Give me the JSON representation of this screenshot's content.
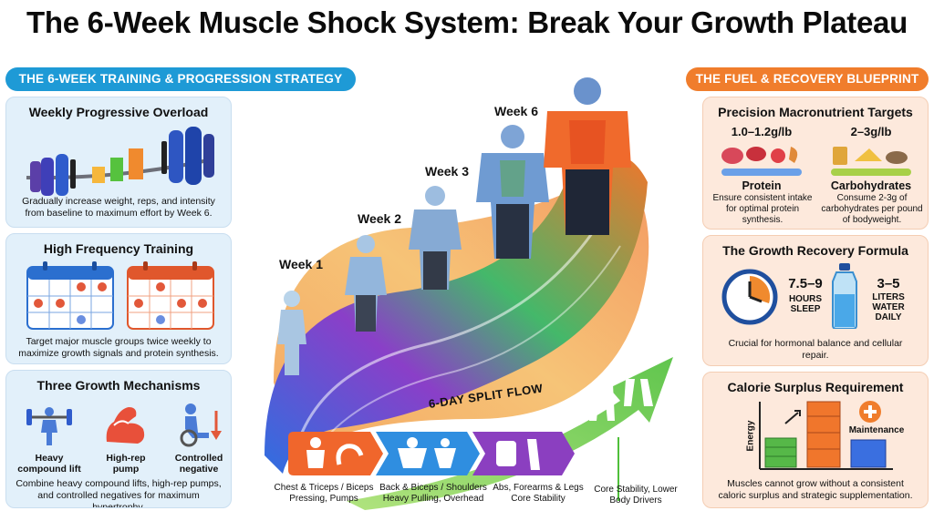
{
  "header": {
    "title": "The 6-Week Muscle Shock System: Break Your Growth Plateau"
  },
  "training": {
    "section_title": "THE 6-WEEK TRAINING & PROGRESSION STRATEGY",
    "overload": {
      "title": "Weekly Progressive Overload",
      "text": "Gradually increase weight, reps, and intensity from baseline to maximum effort by Week 6."
    },
    "frequency": {
      "title": "High Frequency Training",
      "text": "Target major muscle groups twice weekly to maximize growth signals and protein synthesis."
    },
    "mechanisms": {
      "title": "Three Growth Mechanisms",
      "items": [
        {
          "label": "Heavy compound lift",
          "icon": "barbell-squat-icon"
        },
        {
          "label": "High-rep pump",
          "icon": "flexed-arm-icon"
        },
        {
          "label": "Controlled negative",
          "icon": "seated-press-icon"
        }
      ],
      "text": "Combine heavy compound lifts, high-rep pumps, and controlled negatives for maximum hypertrophy."
    }
  },
  "progression": {
    "weeks": [
      "Week 1",
      "Week 2",
      "Week 3",
      "Week 6"
    ],
    "split_title": "6-DAY SPLIT FLOW",
    "split": [
      {
        "label": "Chest & Triceps / Biceps Pressing, Pumps",
        "color": "#f0662c"
      },
      {
        "label": "Back & Biceps / Shoulders Heavy Pulling, Overhead",
        "color": "#2f8ee0"
      },
      {
        "label": "Abs, Forearms & Legs Core Stability",
        "color": "#8b3fc0"
      },
      {
        "label": "Core Stability, Lower Body Drivers",
        "color": "#5fbf3a"
      }
    ]
  },
  "fuel": {
    "section_title": "THE FUEL & RECOVERY BLUEPRINT",
    "macros": {
      "title": "Precision Macronutrient Targets",
      "protein": {
        "amount": "1.0–1.2g/lb",
        "name": "Protein",
        "text": "Ensure consistent intake for optimal protein synthesis."
      },
      "carbs": {
        "amount": "2–3g/lb",
        "name": "Carbohydrates",
        "text": "Consume 2-3g of carbohydrates per pound of bodyweight."
      }
    },
    "recovery": {
      "title": "The Growth Recovery Formula",
      "sleep_value": "7.5–9",
      "sleep_unit": "HOURS SLEEP",
      "water_value": "3–5",
      "water_unit": "LITERS WATER DAILY",
      "text": "Crucial for hormonal balance and cellular repair."
    },
    "surplus": {
      "title": "Calorie Surplus Requirement",
      "axis_label": "Energy",
      "maintenance_label": "Maintenance",
      "text": "Muscles cannot grow without a consistent caloric surplus and strategic supplementation."
    }
  },
  "colors": {
    "blue": "#1e9ad6",
    "orange": "#f07d2c",
    "panel_blue": "#e2f0fa",
    "panel_peach": "#fde9dc"
  }
}
